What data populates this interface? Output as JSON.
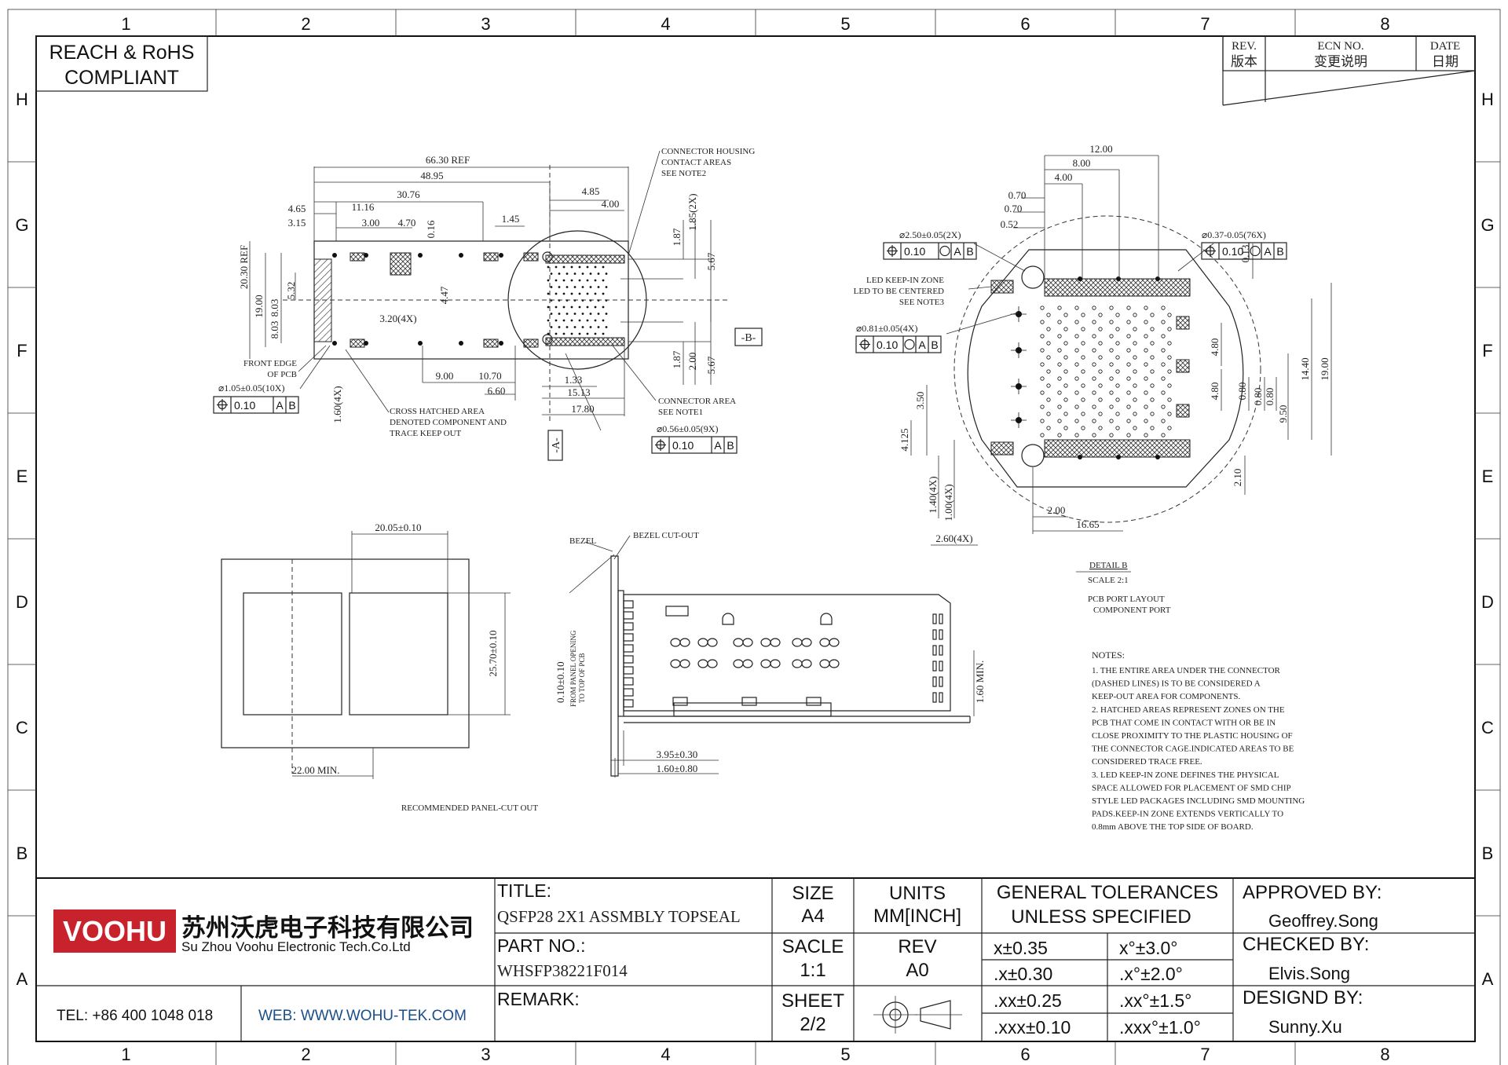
{
  "frame": {
    "columns": [
      "1",
      "2",
      "3",
      "4",
      "5",
      "6",
      "7",
      "8"
    ],
    "rows": [
      "H",
      "G",
      "F",
      "E",
      "D",
      "C",
      "B",
      "A"
    ]
  },
  "compliance": {
    "line1": "REACH & RoHS",
    "line2": "COMPLIANT"
  },
  "revision_block": {
    "rev_en": "REV.",
    "rev_cn": "版本",
    "ecn_en": "ECN NO.",
    "ecn_cn": "变更说明",
    "date_en": "DATE",
    "date_cn": "日期"
  },
  "top_view": {
    "dims": [
      "66.30 REF",
      "48.95",
      "30.76",
      "4.65",
      "3.15",
      "11.16",
      "3.00",
      "4.70",
      "0.16",
      "1.45",
      "4.85",
      "4.00",
      "1.87",
      "1.85(2X)",
      "5.67",
      "19.00",
      "20.30 REF",
      "8.03",
      "5.32",
      "8.03",
      "3.20(4X)",
      "4.47",
      "9.00",
      "10.70",
      "6.60",
      "1.33",
      "15.13",
      "17.80",
      "1.87",
      "2.00",
      "5.67",
      "1.60(4X)"
    ],
    "labels": {
      "connector_housing": [
        "CONNECTOR HOUSING",
        "CONTACT AREAS",
        "SEE NOTE2"
      ],
      "front_edge": [
        "FRONT EDGE",
        "OF PCB"
      ],
      "hole_spec": "⌀1.05±0.05(10X)",
      "hole_spec2": "⌀0.56±0.05(9X)",
      "cross_hatched": [
        "CROSS HATCHED AREA",
        "DENOTED COMPONENT AND",
        "TRACE KEEP OUT"
      ],
      "connector_area": [
        "CONNECTOR AREA",
        "SEE NOTE1"
      ],
      "datum_a": "-A-",
      "datum_b": "-B-",
      "tol": "0.10",
      "ref_a": "A",
      "ref_b": "B"
    }
  },
  "detail_b": {
    "dims": [
      "12.00",
      "8.00",
      "4.00",
      "0.70",
      "0.70",
      "0.52",
      "0.13",
      "4.80",
      "4.80",
      "0.80",
      "0.80",
      "0.80",
      "9.50",
      "14.40",
      "19.00",
      "3.50",
      "4.125",
      "1.40(4X)",
      "1.00(4X)",
      "2.00",
      "16.65",
      "2.60(4X)",
      "2.10"
    ],
    "labels": {
      "hole_a": "⌀2.50±0.05(2X)",
      "hole_b": "⌀0.37-0.05(76X)",
      "hole_c": "⌀0.81±0.05(4X)",
      "led_zone": [
        "LED KEEP-IN ZONE",
        "LED TO BE CENTERED",
        "SEE NOTE3"
      ],
      "title": "DETAIL B",
      "scale": "SCALE 2:1",
      "layout": [
        "PCB PORT LAYOUT",
        "COMPONENT PORT"
      ]
    }
  },
  "panel_cutout": {
    "dims": [
      "20.05±0.10",
      "25.70±0.10",
      "22.00 MIN."
    ],
    "caption": "RECOMMENDED PANEL-CUT OUT"
  },
  "side_view": {
    "labels": {
      "bezel": "BEZEL",
      "bezel_cut": "BEZEL CUT-OUT",
      "opening": [
        "0.10±0.10",
        "FROM PANEL OPENING",
        "TO TOP OF PCB"
      ]
    },
    "dims": [
      "1.60 MIN.",
      "3.95±0.30",
      "1.60±0.80"
    ]
  },
  "notes": {
    "heading": "NOTES:",
    "lines": [
      "1. THE ENTIRE AREA UNDER THE CONNECTOR",
      "(DASHED LINES) IS TO BE CONSIDERED A",
      "KEEP-OUT AREA FOR COMPONENTS.",
      "2. HATCHED AREAS REPRESENT ZONES ON THE",
      "PCB THAT COME IN CONTACT WITH OR BE IN",
      "CLOSE PROXIMITY TO THE PLASTIC HOUSING OF",
      "THE CONNECTOR CAGE.INDICATED AREAS TO BE",
      "CONSIDERED TRACE FREE.",
      "3. LED KEEP-IN ZONE DEFINES THE PHYSICAL",
      "SPACE ALLOWED FOR PLACEMENT OF SMD CHIP",
      "STYLE LED PACKAGES INCLUDING SMD MOUNTING",
      "PADS.KEEP-IN ZONE EXTENDS VERTICALLY TO",
      "0.8mm ABOVE THE TOP SIDE OF BOARD."
    ]
  },
  "title_block": {
    "logo": "VOOHU",
    "company_cn": "苏州沃虎电子科技有限公司",
    "company_en": "Su Zhou Voohu Electronic Tech.Co.Ltd",
    "tel": "TEL: +86 400 1048 018",
    "web": "WEB: WWW.WOHU-TEK.COM",
    "title_label": "TITLE:",
    "title_value": "QSFP28 2X1 ASSMBLY TOPSEAL",
    "part_label": "PART NO.:",
    "part_value": "WHSFP38221F014",
    "remark_label": "REMARK:",
    "size_label": "SIZE",
    "size_value": "A4",
    "units_label": "UNITS",
    "units_value": "MM[INCH]",
    "scale_label": "SACLE",
    "scale_value": "1:1",
    "rev_label": "REV",
    "rev_value": "A0",
    "sheet_label": "SHEET",
    "sheet_value": "2/2",
    "tol_line1": "GENERAL TOLERANCES",
    "tol_line2": "UNLESS SPECIFIED",
    "tolerances": [
      [
        "x±0.35",
        "x°±3.0°"
      ],
      [
        ".x±0.30",
        ".x°±2.0°"
      ],
      [
        ".xx±0.25",
        ".xx°±1.5°"
      ],
      [
        ".xxx±0.10",
        ".xxx°±1.0°"
      ]
    ],
    "approved_label": "APPROVED BY:",
    "approved_value": "Geoffrey.Song",
    "checked_label": "CHECKED BY:",
    "checked_value": "Elvis.Song",
    "designed_label": "DESIGND BY:",
    "designed_value": "Sunny.Xu"
  },
  "colors": {
    "logo_red": "#c8232c",
    "line": "#222222"
  }
}
